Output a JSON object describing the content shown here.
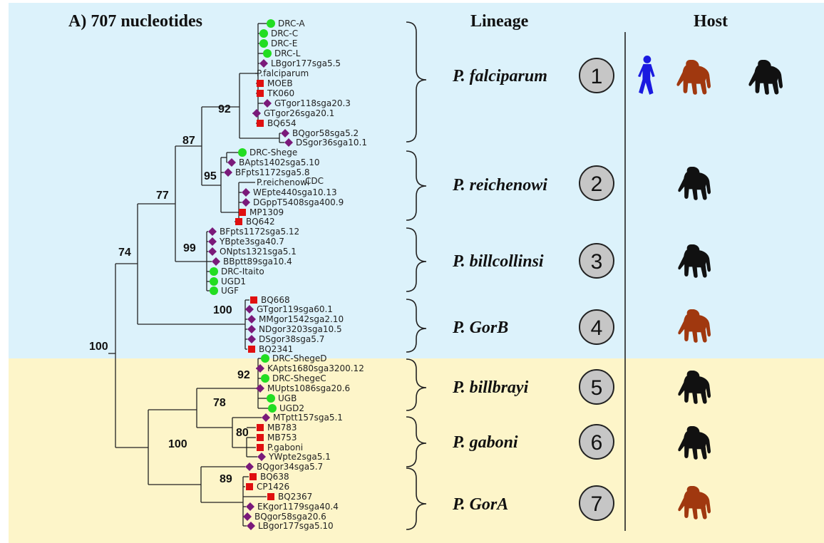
{
  "title": "A) 707 nucleotides",
  "headers": {
    "lineage": "Lineage",
    "host": "Host"
  },
  "colors": {
    "top_band": "#dcf2fb",
    "bottom_band": "#fdf5c9",
    "human": "#1a1ae0",
    "gorilla": "#a0380f",
    "chimp": "#111111",
    "marker_green": "#22dd22",
    "marker_purple": "#7a1a7a",
    "marker_red": "#e01010",
    "circle_fill": "#c6c6c6"
  },
  "leaves": [
    {
      "label": "DRC-A",
      "marker": "green"
    },
    {
      "label": "DRC-C",
      "marker": "green"
    },
    {
      "label": "DRC-E",
      "marker": "green"
    },
    {
      "label": "DRC-L",
      "marker": "green"
    },
    {
      "label": "LBgor177sga5.5",
      "marker": "purple"
    },
    {
      "label": "P.falciparum",
      "marker": "none"
    },
    {
      "label": "MOEB",
      "marker": "red"
    },
    {
      "label": "TK060",
      "marker": "red"
    },
    {
      "label": "GTgor118sga20.3",
      "marker": "purple"
    },
    {
      "label": "GTgor26sga20.1",
      "marker": "purple"
    },
    {
      "label": "BQ654",
      "marker": "red"
    },
    {
      "label": "BQgor58sga5.2",
      "marker": "purple"
    },
    {
      "label": "DSgor36sga10.1",
      "marker": "purple"
    },
    {
      "label": "DRC-Shege",
      "marker": "green"
    },
    {
      "label": "BApts1402sga5.10",
      "marker": "purple"
    },
    {
      "label": "BFpts1172sga5.8",
      "marker": "purple"
    },
    {
      "label": "P.reichenowi",
      "marker": "none"
    },
    {
      "label": "WEpte440sga10.13",
      "marker": "purple"
    },
    {
      "label": "DGppT5408sga400.9",
      "marker": "purple"
    },
    {
      "label": "MP1309",
      "marker": "red"
    },
    {
      "label": "BQ642",
      "marker": "red"
    },
    {
      "label": "BFpts1172sga5.12",
      "marker": "purple"
    },
    {
      "label": "YBpte3sga40.7",
      "marker": "purple"
    },
    {
      "label": "ONpts1321sga5.1",
      "marker": "purple"
    },
    {
      "label": "BBptt89sga10.4",
      "marker": "purple"
    },
    {
      "label": "DRC-Itaito",
      "marker": "green"
    },
    {
      "label": "UGD1",
      "marker": "green"
    },
    {
      "label": "UGF",
      "marker": "green"
    },
    {
      "label": "BQ668",
      "marker": "red"
    },
    {
      "label": "GTgor119sga60.1",
      "marker": "purple"
    },
    {
      "label": "MMgor1542sga2.10",
      "marker": "purple"
    },
    {
      "label": "NDgor3203sga10.5",
      "marker": "purple"
    },
    {
      "label": "DSgor38sga5.7",
      "marker": "purple"
    },
    {
      "label": "BQ2341",
      "marker": "red"
    },
    {
      "label": "DRC-ShegeD",
      "marker": "green"
    },
    {
      "label": "KApts1680sga3200.12",
      "marker": "purple"
    },
    {
      "label": "DRC-ShegeC",
      "marker": "green"
    },
    {
      "label": "MUpts1086sga20.6",
      "marker": "purple"
    },
    {
      "label": "UGB",
      "marker": "green"
    },
    {
      "label": "UGD2",
      "marker": "green"
    },
    {
      "label": "MTptt157sga5.1",
      "marker": "purple"
    },
    {
      "label": "MB783",
      "marker": "red"
    },
    {
      "label": "MB753",
      "marker": "red"
    },
    {
      "label": "P.gaboni",
      "marker": "red"
    },
    {
      "label": "YWpte2sga5.1",
      "marker": "purple"
    },
    {
      "label": "BQgor34sga5.7",
      "marker": "purple"
    },
    {
      "label": "BQ638",
      "marker": "red"
    },
    {
      "label": "CP1426",
      "marker": "red"
    },
    {
      "label": "BQ2367",
      "marker": "red"
    },
    {
      "label": "EKgor1179sga40.4",
      "marker": "purple"
    },
    {
      "label": "BQgor58sga20.6",
      "marker": "purple"
    },
    {
      "label": "LBgor177sga5.10",
      "marker": "purple"
    }
  ],
  "cdc_label": "CDC",
  "bootstrap": [
    "92",
    "87",
    "95",
    "77",
    "99",
    "74",
    "100",
    "100",
    "92",
    "78",
    "80",
    "100",
    "89"
  ],
  "lineages": [
    {
      "number": "1",
      "name": "P. falciparum",
      "hosts": [
        "human-icon",
        "gorilla-icon",
        "chimpanzee-icon"
      ]
    },
    {
      "number": "2",
      "name": "P. reichenowi",
      "hosts": [
        "chimpanzee-icon"
      ]
    },
    {
      "number": "3",
      "name": "P. billcollinsi",
      "hosts": [
        "chimpanzee-icon"
      ]
    },
    {
      "number": "4",
      "name": "P. GorB",
      "hosts": [
        "gorilla-icon"
      ]
    },
    {
      "number": "5",
      "name": "P. billbrayi",
      "hosts": [
        "chimpanzee-icon"
      ]
    },
    {
      "number": "6",
      "name": "P. gaboni",
      "hosts": [
        "chimpanzee-icon"
      ]
    },
    {
      "number": "7",
      "name": "P. GorA",
      "hosts": [
        "gorilla-icon"
      ]
    }
  ]
}
